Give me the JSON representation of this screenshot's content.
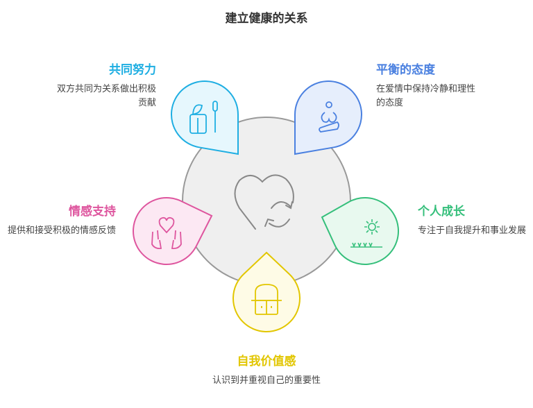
{
  "title": "建立健康的关系",
  "items": [
    {
      "title": "共同努力",
      "desc": "双方共同为关系做出积极贡献",
      "icon": "life-vest-paddle-icon",
      "color": "#1eaee2",
      "fill": "#e6f7fd"
    },
    {
      "title": "平衡的态度",
      "desc": "在爱情中保持冷静和理性的态度",
      "icon": "meditation-icon",
      "color": "#4a80e0",
      "fill": "#e6eefc"
    },
    {
      "title": "情感支持",
      "desc": "提供和接受积极的情感反馈",
      "icon": "hands-heart-icon",
      "color": "#de559e",
      "fill": "#fce8f3"
    },
    {
      "title": "个人成长",
      "desc": "专注于自我提升和事业发展",
      "icon": "sun-grass-icon",
      "color": "#35bf7b",
      "fill": "#e8f9ef"
    },
    {
      "title": "自我价值感",
      "desc": "认识到并重视自己的重要性",
      "icon": "cabinet-icon",
      "color": "#e2c600",
      "fill": "#fefbe6"
    }
  ],
  "center_icon": "heart-cycle-icon"
}
